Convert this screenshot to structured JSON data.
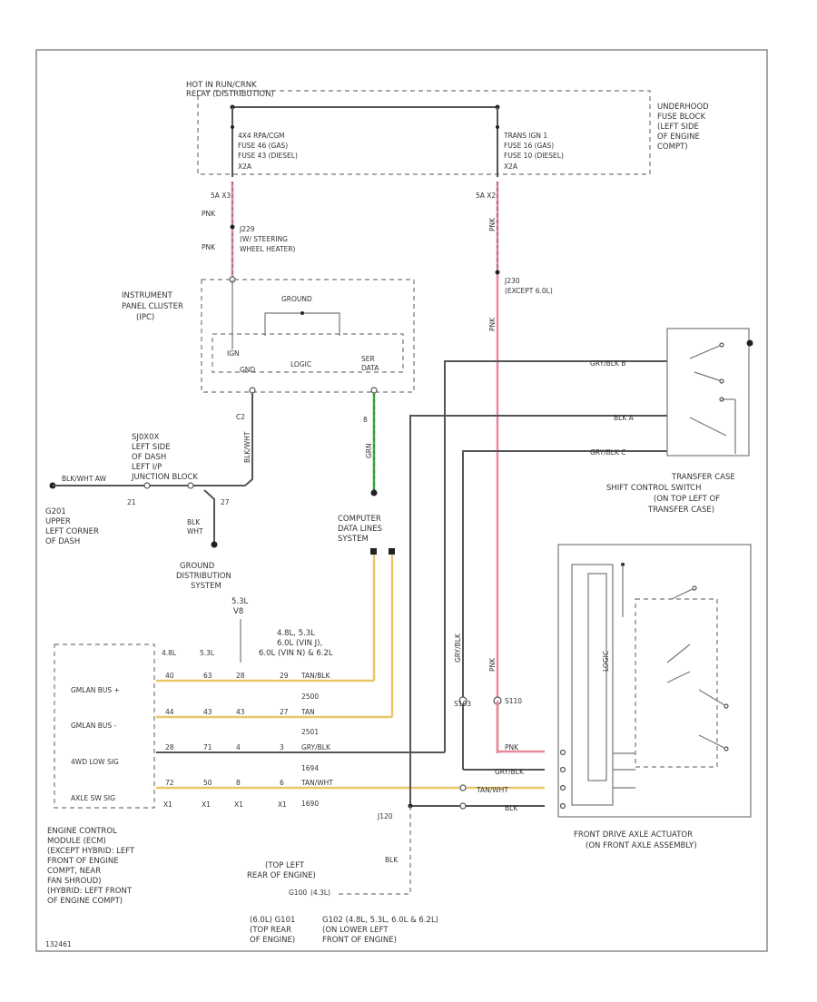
{
  "labels": {
    "hot_in_run": "HOT IN RUN/CRNK",
    "relay_box": "RELAY (DISTRIBUTION)",
    "underhood_fuse": [
      "UNDERHOOD",
      "FUSE BLOCK",
      "(LEFT SIDE",
      "OF ENGINE",
      "COMPT)"
    ],
    "fuse_left": [
      "4X4 RPA/CGM",
      "FUSE 46   (GAS)",
      "FUSE 43   (DIESEL)",
      "X2A"
    ],
    "fuse_right": [
      "TRANS IGN 1",
      "FUSE 16   (GAS)",
      "FUSE 10   (DIESEL)",
      "X2A"
    ],
    "x3": "5A   X3",
    "x2": "5A   X2",
    "pnk1": "PNK",
    "pnk2": "PNK",
    "pnk3": "PNK",
    "pnk4": "PNK",
    "j229": [
      "J229",
      "(W/ STEERING",
      "WHEEL HEATER)"
    ],
    "j230": [
      "J230",
      "(EXCEPT 6.0L)"
    ],
    "ipc": [
      "INSTRUMENT",
      "PANEL CLUSTER",
      "(IPC)"
    ],
    "ground": "GROUND",
    "ign": "IGN",
    "logic": "LOGIC",
    "ser_data": [
      "SER",
      "DATA"
    ],
    "gnd": "GND",
    "c2": "C2",
    "blk_wht_v": "BLK/WHT",
    "grn_v": "GRN",
    "pin_8": "8",
    "splice": [
      "SJ0X0X",
      "LEFT SIDE",
      "OF DASH",
      "LEFT I/P",
      "JUNCTION BLOCK"
    ],
    "blk_wht_left": "BLK/WHT   AW",
    "g201": [
      "G201",
      "UPPER",
      "LEFT CORNER",
      "OF DASH"
    ],
    "pin_21": "21",
    "pin_27": "27",
    "blk_wht2": [
      "BLK",
      "WHT"
    ],
    "ground_dist": [
      "GROUND",
      "DISTRIBUTION",
      "SYSTEM"
    ],
    "computer_data": [
      "COMPUTER",
      "DATA LINES",
      "SYSTEM"
    ],
    "v53": [
      "5.3L",
      "V8"
    ],
    "engines": [
      "4.8L, 5.3L",
      "6.0L (VIN J),",
      "6.0L (VIN N) & 6.2L"
    ],
    "col_48": "4.8L",
    "col_53": "5.3L",
    "ecm_rows": [
      "GMLAN BUS +",
      "GMLAN BUS -",
      "4WD LOW SIG",
      "AXLE SW SIG"
    ],
    "ecm_pins": [
      [
        "40",
        "63",
        "28",
        "29"
      ],
      [
        "44",
        "43",
        "43",
        "27"
      ],
      [
        "28",
        "71",
        "4",
        "3"
      ],
      [
        "72",
        "50",
        "8",
        "6"
      ]
    ],
    "ecm_wires": [
      "TAN/BLK",
      "TAN",
      "GRY/BLK",
      "TAN/WHT"
    ],
    "ecm_wire_codes": [
      "2500",
      "2501",
      "1694",
      "1690"
    ],
    "ecm_conn": [
      "X1",
      "X1",
      "X1",
      "X1"
    ],
    "ecm": [
      "ENGINE CONTROL",
      "MODULE (ECM)",
      "(EXCEPT HYBRID: LEFT",
      "FRONT OF ENGINE",
      "COMPT, NEAR",
      "FAN SHROUD)",
      "(HYBRID: LEFT FRONT",
      "OF ENGINE COMPT)"
    ],
    "tc_wires": [
      "GRY/BLK   B",
      "BLK   A",
      "GRY/BLK   C"
    ],
    "tc_switch": [
      "TRANSFER CASE",
      "SHIFT CONTROL SWITCH",
      "(ON TOP LEFT OF",
      "TRANSFER CASE)"
    ],
    "front_axle": [
      "FRONT DRIVE AXLE ACTUATOR",
      "(ON FRONT AXLE ASSEMBLY)"
    ],
    "logic_v": "LOGIC",
    "act_wires": [
      "PNK",
      "GRY/BLK",
      "TAN/WHT",
      "BLK"
    ],
    "gry_blk_v": "GRY/BLK",
    "pnk_v": "PNK",
    "s103": "S103",
    "s110": "S110",
    "j120": "J120",
    "blk_v": "BLK",
    "top_left_rear": [
      "(TOP LEFT",
      "REAR OF ENGINE)"
    ],
    "g100_label": "G100",
    "v6_note": "(4.3L)",
    "g101": [
      "(6.0L) G101",
      "(TOP REAR",
      "OF ENGINE)"
    ],
    "g102": [
      "G102  (4.8L, 5.3L, 6.0L & 6.2L)",
      "(ON LOWER LEFT",
      "FRONT OF ENGINE)"
    ],
    "footer_code": "132461"
  }
}
